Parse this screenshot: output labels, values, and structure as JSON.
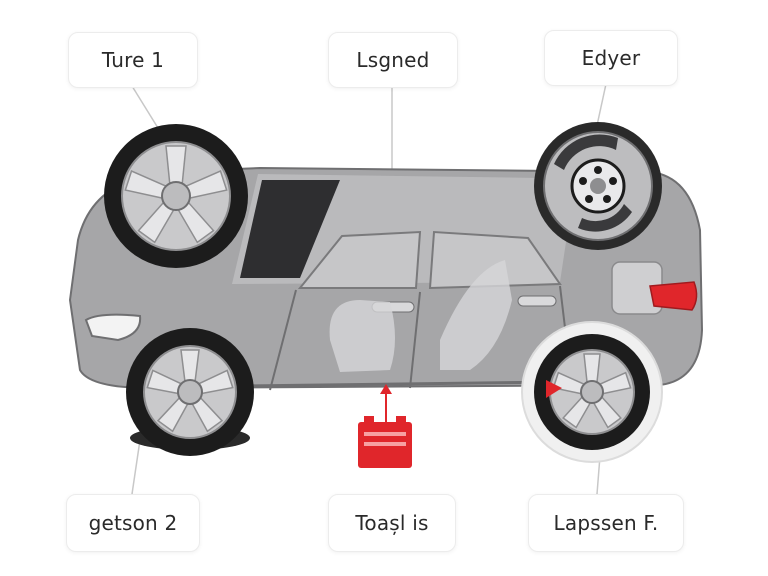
{
  "labels": {
    "top_left": "Ture 1",
    "top_center": "Lsgned",
    "top_right": "Edyer",
    "bottom_left": "getson 2",
    "bottom_center": "Toașl is",
    "bottom_right": "Lapssen F."
  },
  "colors": {
    "body": "#9a9a9c",
    "body_light": "#b9b9bb",
    "tire": "#1c1c1c",
    "rim": "#c9c9cb",
    "accent": "#e0262b",
    "leader_line": "#c8c8c8"
  },
  "icons": {
    "battery": "battery-icon",
    "brake_light": "tail-light-icon"
  }
}
